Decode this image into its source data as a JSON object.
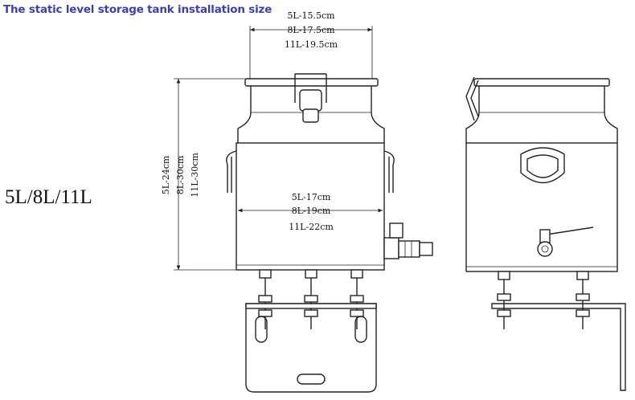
{
  "title": "The static level storage tank installation size",
  "variants_label": "5L/8L/11L",
  "dimensions": {
    "top_width": [
      "5L-15.5cm",
      "8L-17.5cm",
      "11L-19.5cm"
    ],
    "height": [
      "5L-24cm",
      "8L-30cm",
      "11L-30cm"
    ],
    "body_width": [
      "5L-17cm",
      "8L-19cm",
      "11L-22cm"
    ]
  },
  "colors": {
    "title": "#3b3fb5",
    "line": "#222222"
  }
}
